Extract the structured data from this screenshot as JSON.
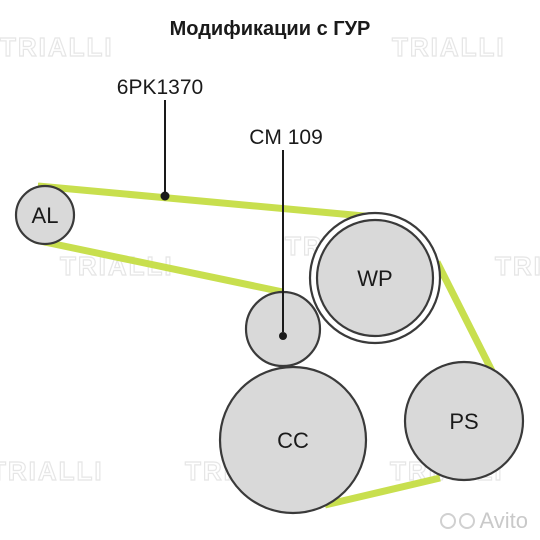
{
  "title": "Модификации с ГУР",
  "belt_label": "6PK1370",
  "tensioner_label": "CM 109",
  "pulleys": {
    "al": "AL",
    "wp": "WP",
    "cc": "CC",
    "ps": "PS"
  },
  "watermark_text": "TRIALLI",
  "brand_text": "Avito",
  "colors": {
    "belt": "#c8df4e",
    "pulley_fill": "#d9d9d9",
    "pulley_stroke": "#3a3a3a",
    "text": "#1a1a1a"
  }
}
